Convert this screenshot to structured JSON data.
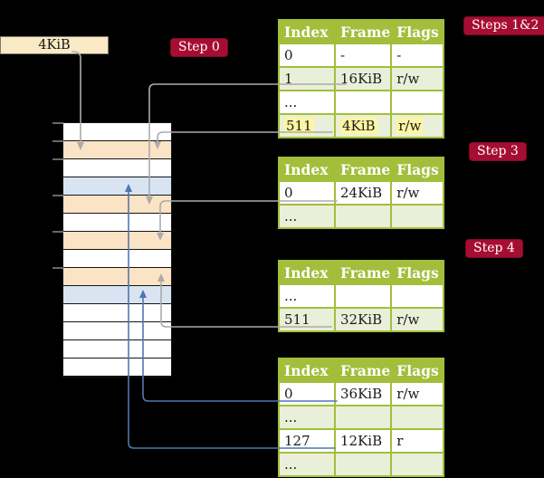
{
  "colors": {
    "background": "#000000",
    "table_green": "#A3BE3B",
    "row_green_tint": "#EAEFD9",
    "row_white": "#FFFFFF",
    "highlight_yellow": "#FCF6A2",
    "label_red": "#A60D32",
    "label_red_border": "#7E0A26",
    "frame_peach": "#FBE3C5",
    "frame_blue": "#D9E4F3",
    "box_cream": "#FAE9C5",
    "connector_gray": "#ABABAB",
    "connector_blue": "#5077AE",
    "stack_border": "#151515",
    "tick_gray": "#8A8A8A"
  },
  "labels": {
    "frame_box": "4KiB",
    "step0": "Step 0",
    "steps12": "Steps 1&2",
    "step3": "Step 3",
    "step4": "Step 4"
  },
  "memory_stack": {
    "rows": [
      {
        "color": "white"
      },
      {
        "color": "peach"
      },
      {
        "color": "white"
      },
      {
        "color": "blue"
      },
      {
        "color": "peach"
      },
      {
        "color": "white"
      },
      {
        "color": "peach"
      },
      {
        "color": "white"
      },
      {
        "color": "peach"
      },
      {
        "color": "blue"
      },
      {
        "color": "white"
      },
      {
        "color": "white"
      },
      {
        "color": "white"
      },
      {
        "color": "white"
      }
    ]
  },
  "page_tables": [
    {
      "name": "table-steps-1-2",
      "headers": [
        "Index",
        "Frame",
        "Flags"
      ],
      "rows": [
        {
          "cells": [
            "0",
            "-",
            "-"
          ],
          "bg": "white",
          "highlight": false
        },
        {
          "cells": [
            "1",
            "16KiB",
            "r/w"
          ],
          "bg": "green",
          "highlight": false
        },
        {
          "cells": [
            "...",
            "",
            ""
          ],
          "bg": "white",
          "highlight": false
        },
        {
          "cells": [
            "511",
            "4KiB",
            "r/w"
          ],
          "bg": "green",
          "highlight": true
        }
      ]
    },
    {
      "name": "table-step-3",
      "headers": [
        "Index",
        "Frame",
        "Flags"
      ],
      "rows": [
        {
          "cells": [
            "0",
            "24KiB",
            "r/w"
          ],
          "bg": "white",
          "highlight": false
        },
        {
          "cells": [
            "...",
            "",
            ""
          ],
          "bg": "green",
          "highlight": false
        }
      ]
    },
    {
      "name": "table-step-4",
      "headers": [
        "Index",
        "Frame",
        "Flags"
      ],
      "rows": [
        {
          "cells": [
            "...",
            "",
            ""
          ],
          "bg": "white",
          "highlight": false
        },
        {
          "cells": [
            "511",
            "32KiB",
            "r/w"
          ],
          "bg": "green",
          "highlight": false
        }
      ]
    },
    {
      "name": "table-final",
      "headers": [
        "Index",
        "Frame",
        "Flags"
      ],
      "rows": [
        {
          "cells": [
            "0",
            "36KiB",
            "r/w"
          ],
          "bg": "white",
          "highlight": false
        },
        {
          "cells": [
            "...",
            "",
            ""
          ],
          "bg": "green",
          "highlight": false
        },
        {
          "cells": [
            "127",
            "12KiB",
            "r"
          ],
          "bg": "white",
          "highlight": false
        },
        {
          "cells": [
            "...",
            "",
            ""
          ],
          "bg": "green",
          "highlight": false
        }
      ]
    }
  ]
}
